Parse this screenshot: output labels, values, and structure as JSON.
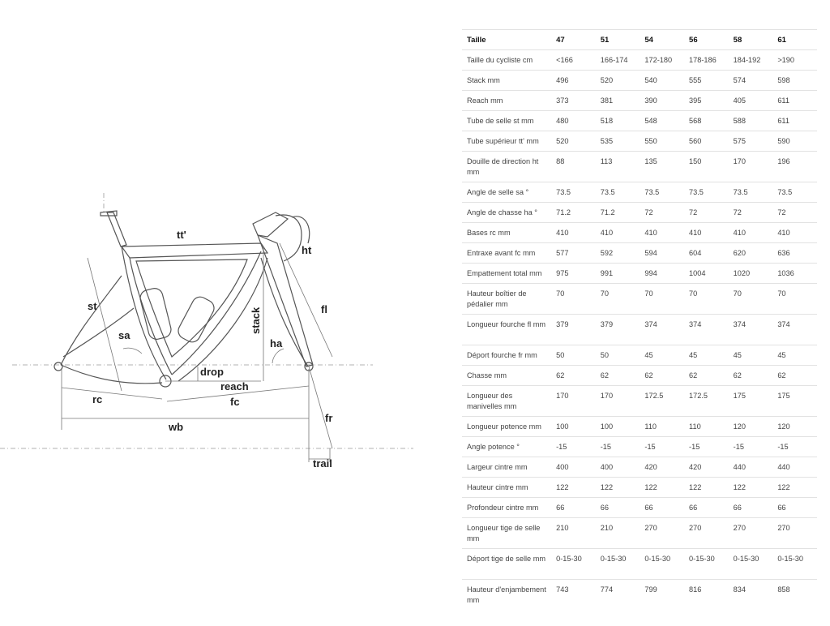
{
  "diagram": {
    "labels": {
      "tt": "tt'",
      "ht": "ht",
      "st": "st",
      "fl": "fl",
      "sa": "sa",
      "stack": "stack",
      "ha": "ha",
      "drop": "drop",
      "reach": "reach",
      "rc": "rc",
      "fc": "fc",
      "fr": "fr",
      "wb": "wb",
      "trail": "trail"
    }
  },
  "table": {
    "header": [
      "Taille",
      "47",
      "51",
      "54",
      "56",
      "58",
      "61"
    ],
    "rows": [
      [
        "Taille du cycliste cm",
        "<166",
        "166-174",
        "172-180",
        "178-186",
        "184-192",
        ">190"
      ],
      [
        "Stack mm",
        "496",
        "520",
        "540",
        "555",
        "574",
        "598"
      ],
      [
        "Reach mm",
        "373",
        "381",
        "390",
        "395",
        "405",
        "611"
      ],
      [
        "Tube de selle st mm",
        "480",
        "518",
        "548",
        "568",
        "588",
        "611"
      ],
      [
        "Tube supérieur tt' mm",
        "520",
        "535",
        "550",
        "560",
        "575",
        "590"
      ],
      [
        "Douille de direction ht mm",
        "88",
        "113",
        "135",
        "150",
        "170",
        "196"
      ],
      [
        "Angle de selle sa °",
        "73.5",
        "73.5",
        "73.5",
        "73.5",
        "73.5",
        "73.5"
      ],
      [
        "Angle de chasse ha °",
        "71.2",
        "71.2",
        "72",
        "72",
        "72",
        "72"
      ],
      [
        "Bases rc mm",
        "410",
        "410",
        "410",
        "410",
        "410",
        "410"
      ],
      [
        "Entraxe avant fc mm",
        "577",
        "592",
        "594",
        "604",
        "620",
        "636"
      ],
      [
        "Empattement total mm",
        "975",
        "991",
        "994",
        "1004",
        "1020",
        "1036"
      ],
      [
        "Hauteur boîtier de pédalier mm",
        "70",
        "70",
        "70",
        "70",
        "70",
        "70"
      ],
      [
        "Longueur fourche fl mm",
        "379",
        "379",
        "374",
        "374",
        "374",
        "374"
      ],
      [
        "Déport fourche fr mm",
        "50",
        "50",
        "45",
        "45",
        "45",
        "45"
      ],
      [
        "Chasse mm",
        "62",
        "62",
        "62",
        "62",
        "62",
        "62"
      ],
      [
        "Longueur des manivelles mm",
        "170",
        "170",
        "172.5",
        "172.5",
        "175",
        "175"
      ],
      [
        "Longueur potence mm",
        "100",
        "100",
        "110",
        "110",
        "120",
        "120"
      ],
      [
        "Angle potence °",
        "-15",
        "-15",
        "-15",
        "-15",
        "-15",
        "-15"
      ],
      [
        "Largeur cintre mm",
        "400",
        "400",
        "420",
        "420",
        "440",
        "440"
      ],
      [
        "Hauteur cintre mm",
        "122",
        "122",
        "122",
        "122",
        "122",
        "122"
      ],
      [
        "Profondeur cintre mm",
        "66",
        "66",
        "66",
        "66",
        "66",
        "66"
      ],
      [
        "Longueur tige de selle mm",
        "210",
        "210",
        "270",
        "270",
        "270",
        "270"
      ],
      [
        "Déport tige de selle mm",
        "0-15-30",
        "0-15-30",
        "0-15-30",
        "0-15-30",
        "0-15-30",
        "0-15-30"
      ],
      [
        "Hauteur d'enjambement mm",
        "743",
        "774",
        "799",
        "816",
        "834",
        "858"
      ]
    ]
  }
}
